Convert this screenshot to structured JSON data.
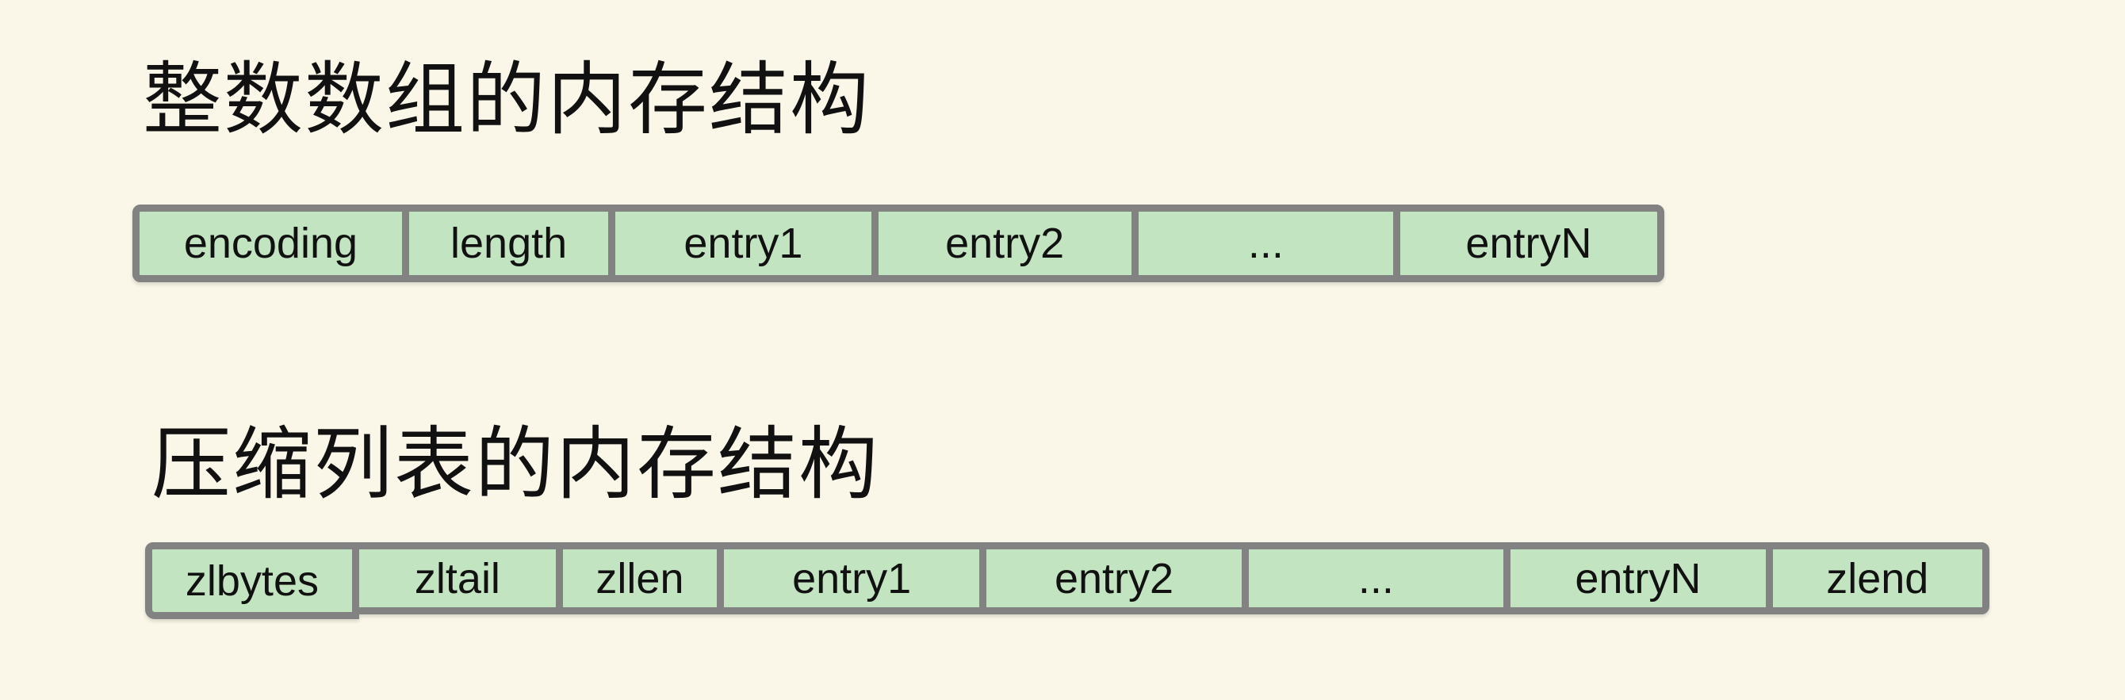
{
  "colors": {
    "background": "#faf7e9",
    "cell_fill": "#c2e4c0",
    "cell_border": "#828282",
    "text": "#111111"
  },
  "sections": [
    {
      "title": "整数数组的内存结构",
      "cells": [
        "encoding",
        "length",
        "entry1",
        "entry2",
        "...",
        "entryN"
      ]
    },
    {
      "title": "压缩列表的内存结构",
      "cells": [
        "zlbytes",
        "zltail",
        "zllen",
        "entry1",
        "entry2",
        "...",
        "entryN",
        "zlend"
      ]
    }
  ]
}
